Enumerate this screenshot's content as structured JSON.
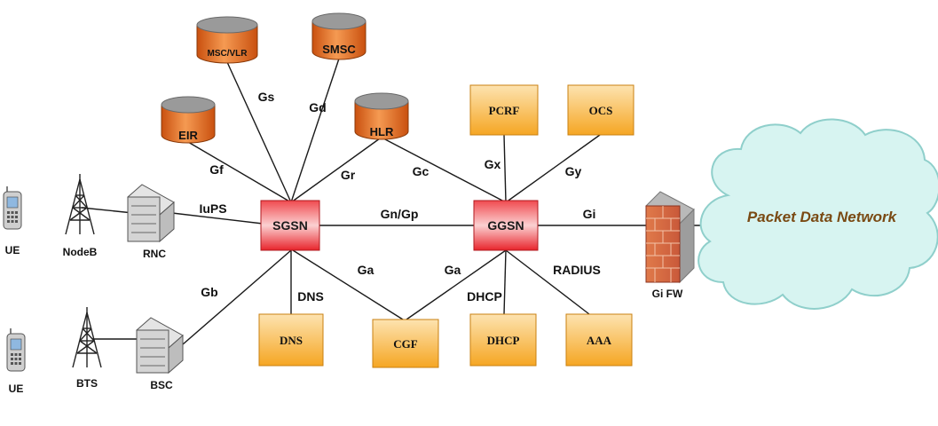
{
  "colors": {
    "box_orange": "#f5a623",
    "box_light": "#fde3b0",
    "db_orange": "#e8661a",
    "db_top": "#9a9a9a",
    "core_red": "#e8242b",
    "cloud_fill": "#d7f4f1",
    "cloud_stroke": "#8fcfcb",
    "line": "#1a1a1a",
    "cloud_text": "#7a4a14"
  },
  "nodes": {
    "sgsn": "SGSN",
    "ggsn": "GGSN",
    "msc_vlr": "MSC/VLR",
    "smsc": "SMSC",
    "eir": "EIR",
    "hlr": "HLR",
    "pcrf": "PCRF",
    "ocs": "OCS",
    "dns": "DNS",
    "cgf": "CGF",
    "dhcp": "DHCP",
    "aaa": "AAA",
    "gi_fw": "Gi FW",
    "pdn": "Packet Data Network",
    "ue_top": "UE",
    "nodeb": "NodeB",
    "rnc": "RNC",
    "ue_bottom": "UE",
    "bts": "BTS",
    "bsc": "BSC"
  },
  "interfaces": {
    "gs": "Gs",
    "gd": "Gd",
    "gf": "Gf",
    "gr": "Gr",
    "gc": "Gc",
    "gx": "Gx",
    "gy": "Gy",
    "iups": "IuPS",
    "gn_gp": "Gn/Gp",
    "gi": "Gi",
    "gb": "Gb",
    "dns": "DNS",
    "ga_left": "Ga",
    "ga_right": "Ga",
    "dhcp": "DHCP",
    "radius": "RADIUS"
  },
  "icons": {
    "ue": "mobile-phone-icon",
    "tower": "radio-tower-icon",
    "controller": "server-rack-icon",
    "firewall": "firewall-icon",
    "database": "database-cylinder-icon",
    "cloud": "cloud-icon"
  }
}
